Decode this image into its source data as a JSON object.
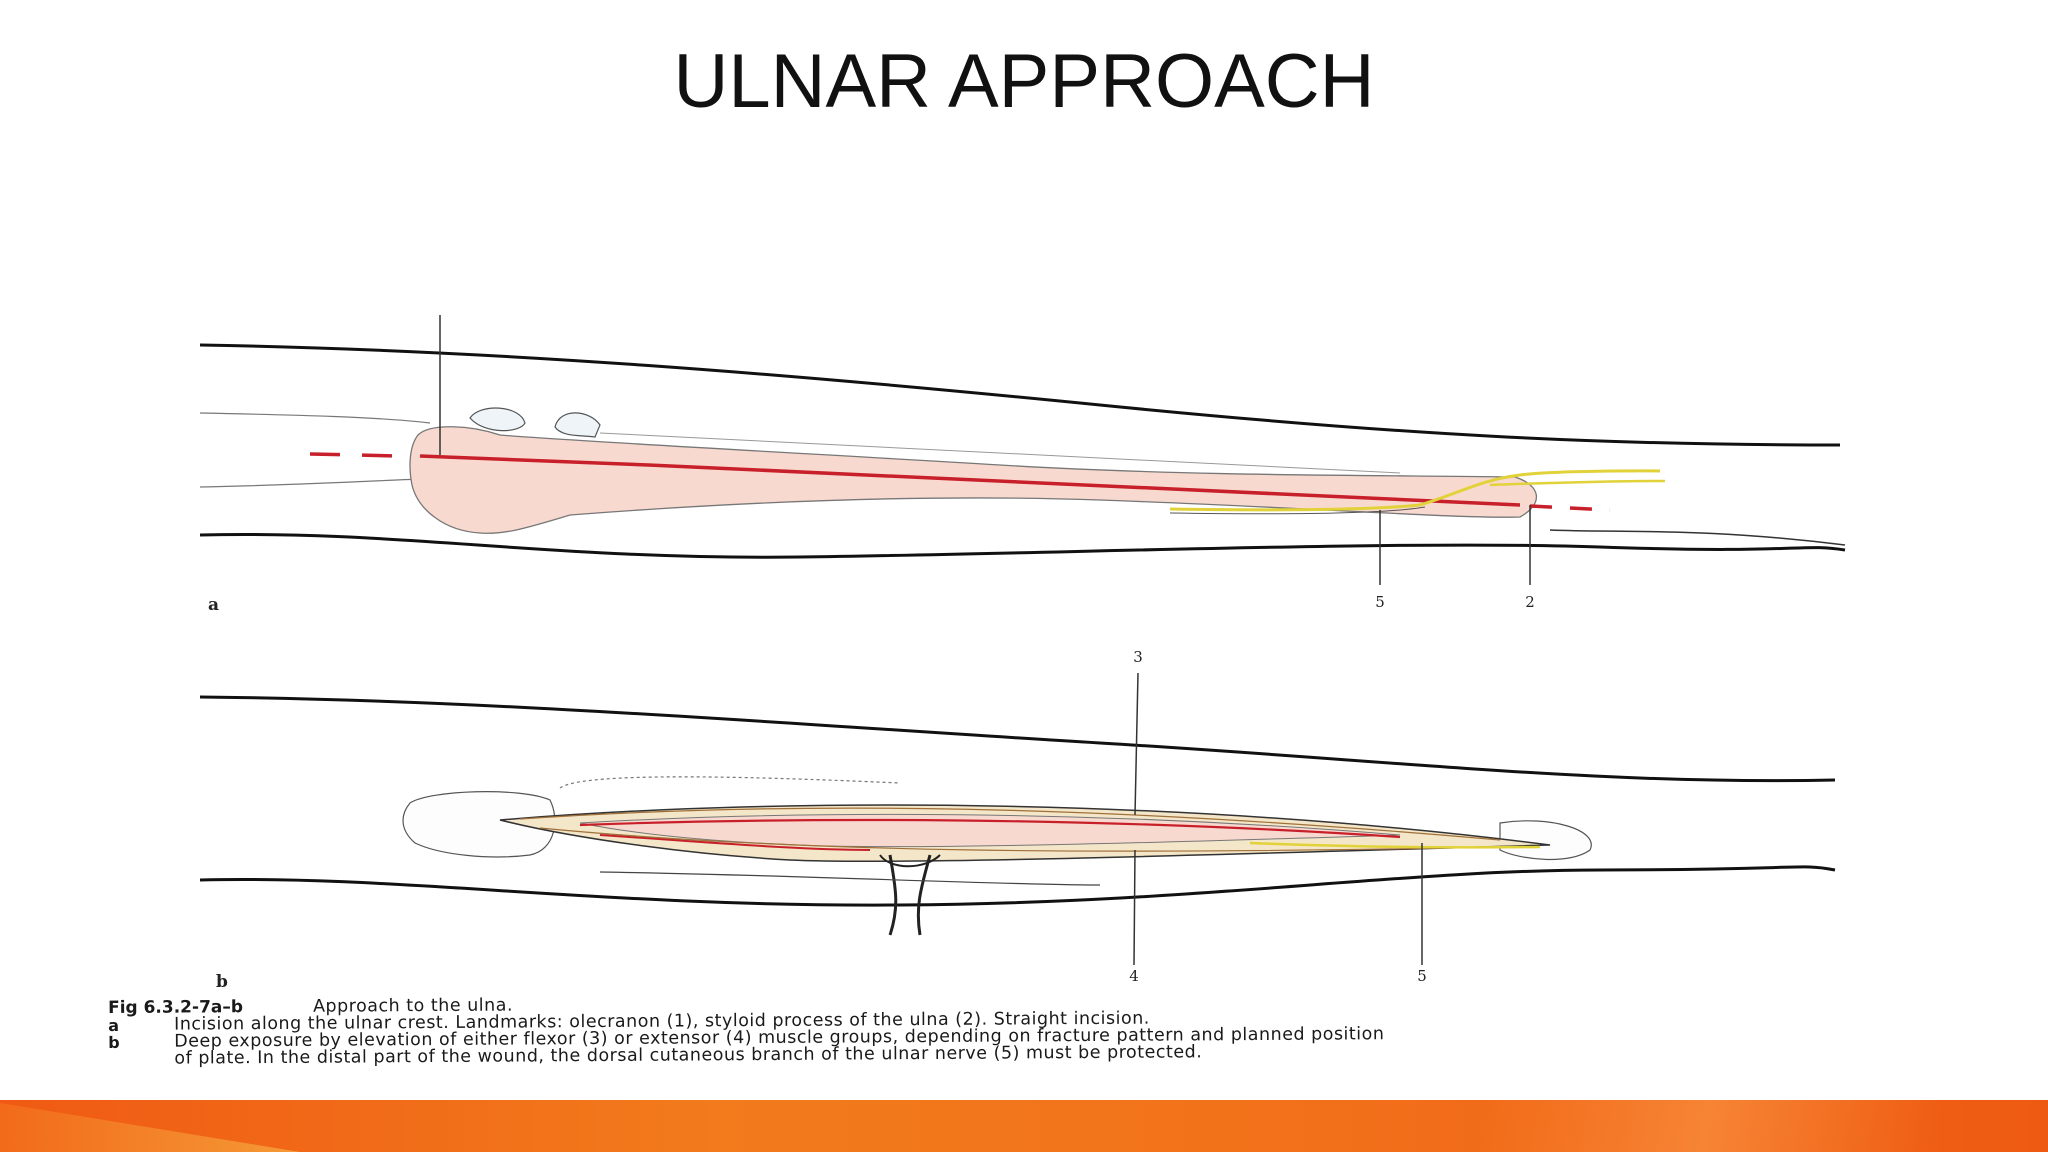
{
  "title": "ULNAR APPROACH",
  "figure": {
    "panel_a": {
      "letter": "a",
      "callouts": [
        "5",
        "2"
      ]
    },
    "panel_b": {
      "letter": "b",
      "callouts": [
        "3",
        "4",
        "5"
      ]
    }
  },
  "caption": {
    "figure_id": "Fig 6.3.2-7a–b",
    "heading": "Approach to the ulna.",
    "item_a_key": "a",
    "item_a_text": "Incision along the ulnar crest. Landmarks: olecranon (1), styloid process of the ulna (2). Straight incision.",
    "item_b_key": "b",
    "item_b_text_1": "Deep exposure by elevation of either flexor (3) or extensor (4) muscle groups, depending on fracture pattern and planned position",
    "item_b_text_2": "of plate. In the distal part of the wound, the dorsal cutaneous branch of the ulnar nerve (5) must be protected."
  },
  "colors": {
    "incision_line": "#c8202a",
    "bone_fill": "#f8d9cf",
    "nerve": "#e2d23a",
    "accent_band": "#f2701a"
  }
}
